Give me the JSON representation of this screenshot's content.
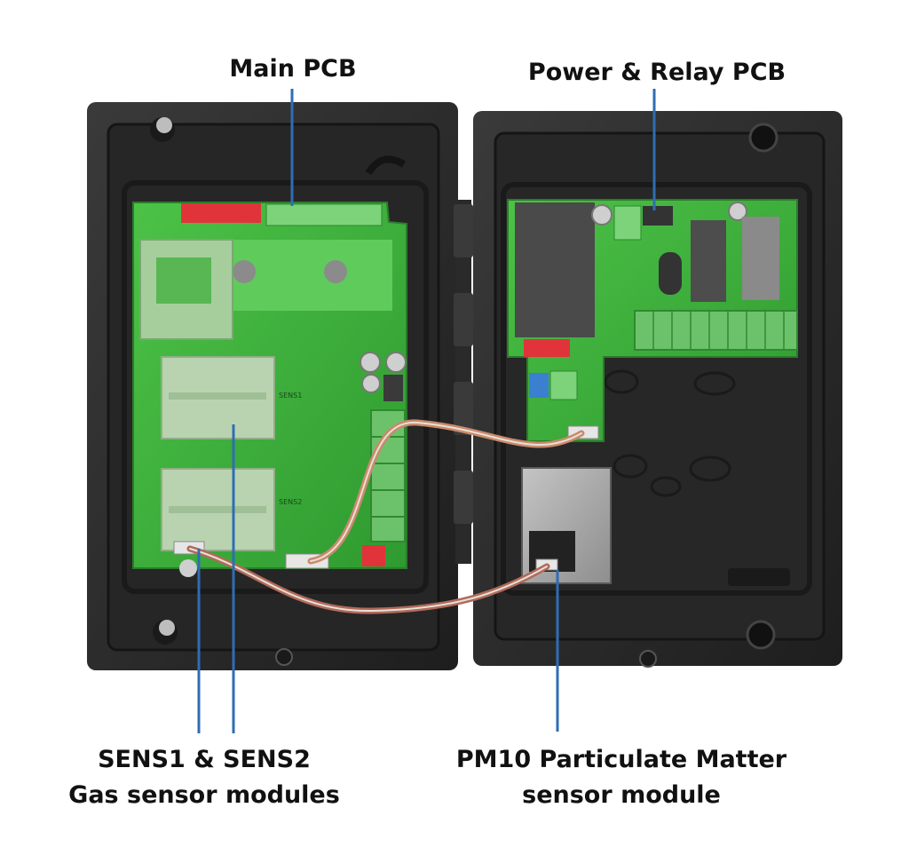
{
  "labels": {
    "main_pcb": "Main PCB",
    "power_relay_pcb": "Power & Relay PCB",
    "sens_line1": "SENS1 & SENS2",
    "sens_line2": "Gas sensor modules",
    "pm10_line1": "PM10 Particulate Matter",
    "pm10_line2": "sensor module"
  },
  "board_markings": {
    "sens1": "SENS1",
    "sens2": "SENS2"
  },
  "colors": {
    "leader_line": "#2f6db3",
    "enclosure": "#2b2b2b",
    "pcb": "#3fae3a",
    "sensor_module": "#b9d3b0",
    "terminal_block": "#6cc26a",
    "relay": "#4d4d4d",
    "dip_switch": "#e0343a",
    "pm10_sensor": "#a9a9a9"
  }
}
